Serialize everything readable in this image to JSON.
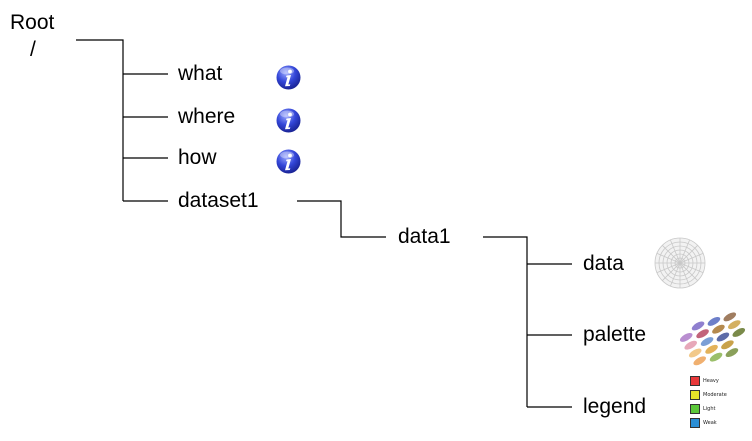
{
  "root": {
    "label": "Root",
    "path": "/"
  },
  "children": [
    {
      "label": "what",
      "icon": "info-icon"
    },
    {
      "label": "where",
      "icon": "info-icon"
    },
    {
      "label": "how",
      "icon": "info-icon"
    },
    {
      "label": "dataset1"
    }
  ],
  "dataset1": {
    "child": "data1"
  },
  "data1": {
    "children": [
      {
        "label": "data",
        "thumbnail": "polar-grid-icon"
      },
      {
        "label": "palette",
        "thumbnail": "color-palette-icon"
      },
      {
        "label": "legend",
        "thumbnail": "legend-icon"
      }
    ]
  },
  "legend_entries": [
    {
      "label": "Heavy",
      "color": "#e8393a"
    },
    {
      "label": "Moderate",
      "color": "#e6e229"
    },
    {
      "label": "Light",
      "color": "#5cc83a"
    },
    {
      "label": "Weak",
      "color": "#2b8fd6"
    }
  ]
}
